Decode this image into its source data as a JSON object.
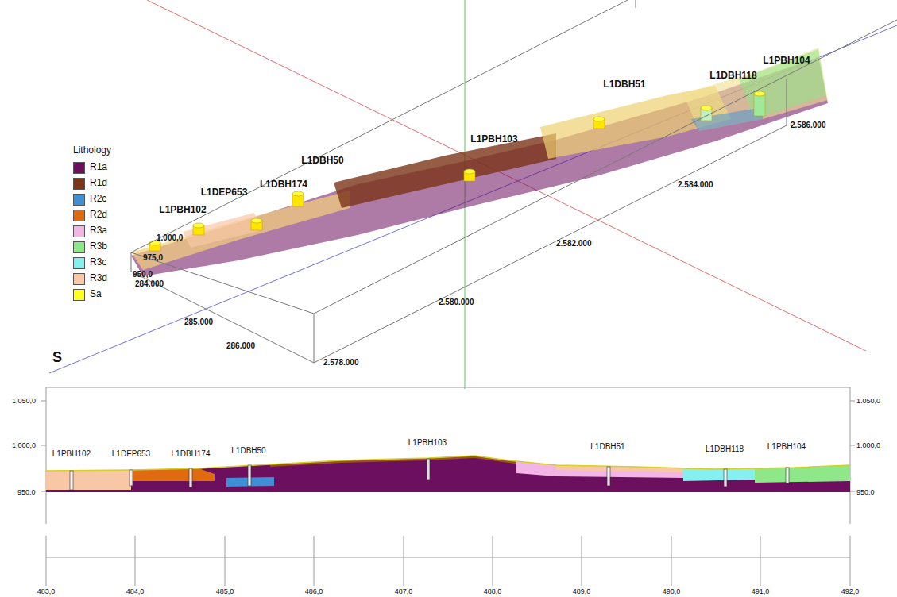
{
  "diagram": {
    "labels": [
      "Lithology",
      "L1PBH104",
      "L1DBH118",
      "L1DBH51",
      "L1PBH103",
      "L1DBH50",
      "L1DBH174",
      "L1DEP653",
      "L1PBH102",
      "1.000,0",
      "975,0",
      "950,0",
      "284.000",
      "285.000",
      "286.000",
      "2.578.000",
      "2.580.000",
      "2.582.000",
      "2.584.000",
      "2.586.000",
      "S",
      "1.050,0",
      "1.000,0",
      "950,0",
      "1.050,0",
      "1.000,0",
      "950,0",
      "L1PBH102",
      "L1DEP653",
      "L1DBH174",
      "L1DBH50",
      "L1PBH103",
      "L1DBH51",
      "L1DBH118",
      "L1PBH104",
      "483,0",
      "484,0",
      "485,0",
      "486,0",
      "487,0",
      "488,0",
      "489,0",
      "490,0",
      "491,0",
      "492,0"
    ],
    "legend": [
      {
        "text": "R1a",
        "color": "#6b0f5e"
      },
      {
        "text": "R1d",
        "color": "#7b3418"
      },
      {
        "text": "R2c",
        "color": "#3d8fd6"
      },
      {
        "text": "R2d",
        "color": "#e06a10"
      },
      {
        "text": "R3a",
        "color": "#f2b5e6"
      },
      {
        "text": "R3b",
        "color": "#8ee88a"
      },
      {
        "text": "R3c",
        "color": "#86f0f0"
      },
      {
        "text": "R3d",
        "color": "#f8c8a6"
      },
      {
        "text": "Sa",
        "color": "#ffff20"
      }
    ]
  }
}
